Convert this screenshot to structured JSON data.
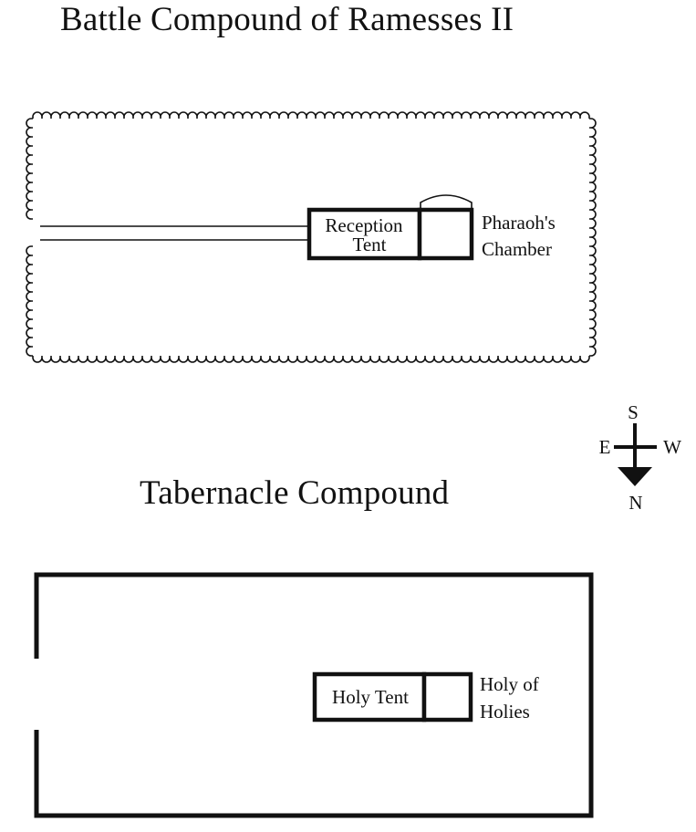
{
  "titles": {
    "ramesses": "Battle Compound of Ramesses II",
    "tabernacle": "Tabernacle Compound"
  },
  "ramesses": {
    "reception_tent": [
      "Reception",
      "Tent"
    ],
    "pharaoh_chamber": [
      "Pharaoh's",
      "Chamber"
    ]
  },
  "tabernacle": {
    "holy_tent": "Holy Tent",
    "holy_of_holies": [
      "Holy of",
      "Holies"
    ]
  },
  "compass": {
    "south": "S",
    "north": "N",
    "east": "E",
    "west": "W"
  },
  "colors": {
    "ink": "#111111",
    "background": "#ffffff"
  }
}
